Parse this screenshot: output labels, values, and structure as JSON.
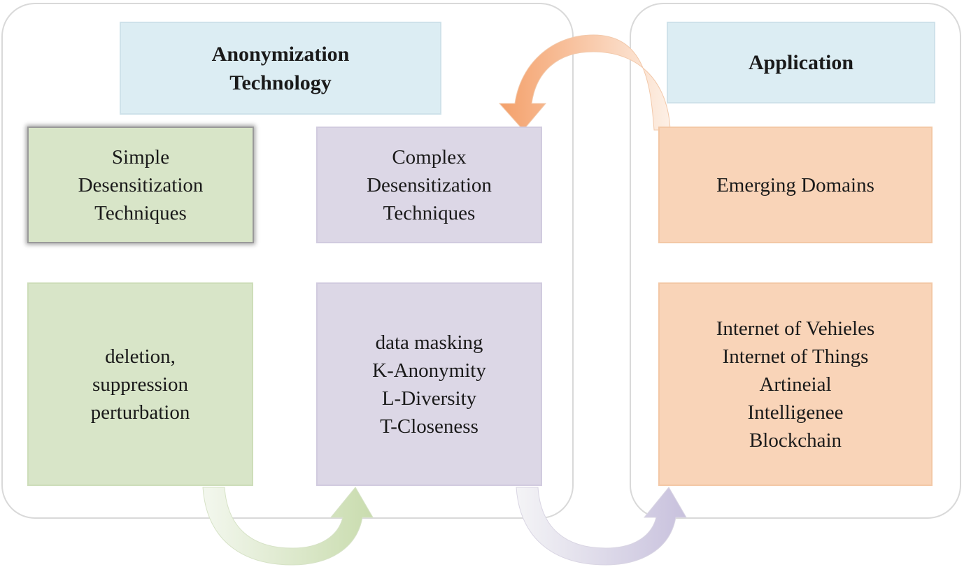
{
  "left_panel": {
    "header": "Anonymization\nTechnology",
    "simple_box": "Simple\nDesensitization\nTechniques",
    "complex_box": "Complex\nDesensitization\nTechniques",
    "simple_items": "deletion,\nsuppression\nperturbation",
    "complex_items": "data masking\nK-Anonymity\nL-Diversity\nT-Closeness"
  },
  "right_panel": {
    "header": "Application",
    "emerging_box": "Emerging Domains",
    "domain_items": "Internet of Vehieles\nInternet of Things\nArtineial\nIntelligenee\nBlockchain"
  },
  "colors": {
    "header_fill": "#dcedf3",
    "green_fill": "#d8e5c8",
    "purple_fill": "#dcd7e6",
    "orange_fill": "#f9d4b8",
    "arrow_green": "#cfe0b8",
    "arrow_purple": "#cfc8e0",
    "arrow_orange": "#f5a878"
  },
  "connectors": [
    {
      "from": "simple_items",
      "to": "complex_items",
      "icon": "curved-arrow-icon"
    },
    {
      "from": "complex_items",
      "to": "domain_items",
      "icon": "curved-arrow-icon"
    },
    {
      "from": "emerging_box",
      "to": "complex_box",
      "icon": "curved-arrow-icon"
    }
  ]
}
